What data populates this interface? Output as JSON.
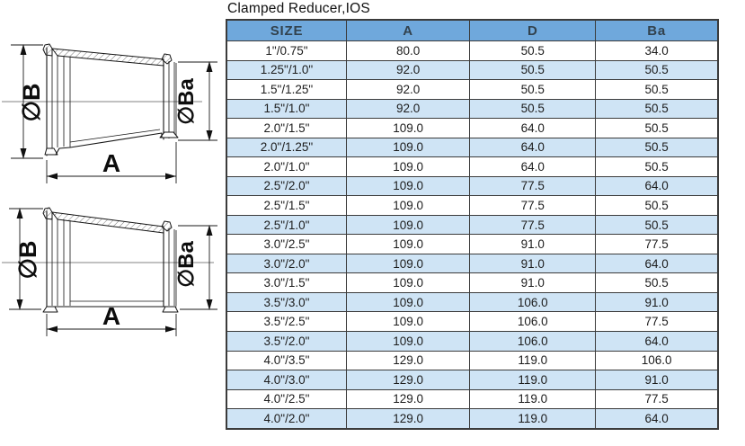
{
  "title": "Clamped Reducer,IOS",
  "table": {
    "columns": [
      "SIZE",
      "A",
      "D",
      "Ba"
    ],
    "rows": [
      [
        "1\"/0.75\"",
        "80.0",
        "50.5",
        "34.0"
      ],
      [
        "1.25\"/1.0\"",
        "92.0",
        "50.5",
        "50.5"
      ],
      [
        "1.5\"/1.25\"",
        "92.0",
        "50.5",
        "50.5"
      ],
      [
        "1.5\"/1.0\"",
        "92.0",
        "50.5",
        "50.5"
      ],
      [
        "2.0\"/1.5\"",
        "109.0",
        "64.0",
        "50.5"
      ],
      [
        "2.0\"/1.25\"",
        "109.0",
        "64.0",
        "50.5"
      ],
      [
        "2.0\"/1.0\"",
        "109.0",
        "64.0",
        "50.5"
      ],
      [
        "2.5\"/2.0\"",
        "109.0",
        "77.5",
        "64.0"
      ],
      [
        "2.5\"/1.5\"",
        "109.0",
        "77.5",
        "50.5"
      ],
      [
        "2.5\"/1.0\"",
        "109.0",
        "77.5",
        "50.5"
      ],
      [
        "3.0\"/2.5\"",
        "109.0",
        "91.0",
        "77.5"
      ],
      [
        "3.0\"/2.0\"",
        "109.0",
        "91.0",
        "64.0"
      ],
      [
        "3.0\"/1.5\"",
        "109.0",
        "91.0",
        "50.5"
      ],
      [
        "3.5\"/3.0\"",
        "109.0",
        "106.0",
        "91.0"
      ],
      [
        "3.5\"/2.5\"",
        "109.0",
        "106.0",
        "77.5"
      ],
      [
        "3.5\"/2.0\"",
        "109.0",
        "106.0",
        "64.0"
      ],
      [
        "4.0\"/3.5\"",
        "129.0",
        "119.0",
        "106.0"
      ],
      [
        "4.0\"/3.0\"",
        "129.0",
        "119.0",
        "91.0"
      ],
      [
        "4.0\"/2.5\"",
        "129.0",
        "119.0",
        "77.5"
      ],
      [
        "4.0\"/2.0\"",
        "129.0",
        "119.0",
        "64.0"
      ]
    ]
  },
  "diagrams": {
    "concentric": {
      "diameter_left": "∅B",
      "diameter_right": "∅Ba",
      "length": "A"
    },
    "eccentric": {
      "diameter_left": "∅B",
      "diameter_right": "∅Ba",
      "length": "A"
    }
  },
  "colors": {
    "header_bg": "#6fa8dc",
    "row_alt_bg": "#cfe4f5",
    "row_bg": "#ffffff",
    "grid": "#3b3b3b",
    "text": "#1c1c1c"
  }
}
